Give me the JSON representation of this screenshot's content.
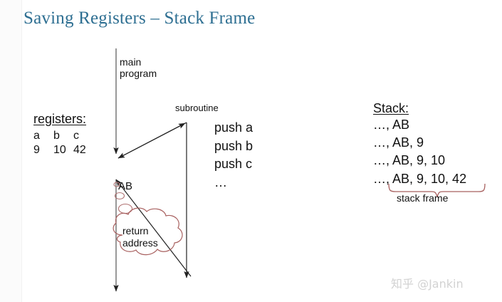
{
  "slide": {
    "title": "Saving Registers – Stack Frame",
    "title_color": "#2e6f92",
    "background": "#ffffff"
  },
  "diagram": {
    "main_program_label": "main\nprogram",
    "subroutine_label": "subroutine",
    "ab_label": "AB",
    "return_address_label": "return\naddress",
    "line_color": "#222222",
    "cloud_color": "#a8605f"
  },
  "registers": {
    "heading": "registers:",
    "columns": [
      "a",
      "b",
      "c"
    ],
    "values": [
      "9",
      "10",
      "42"
    ]
  },
  "subroutine_code": {
    "lines": [
      "push a",
      "push b",
      "push c",
      "…"
    ]
  },
  "stack": {
    "heading": "Stack:",
    "lines": [
      "…, AB",
      "…, AB, 9",
      "…, AB, 9, 10",
      "…, AB, 9, 10, 42"
    ],
    "brace_label": "stack frame",
    "brace_color": "#a8605f"
  },
  "watermark": {
    "text": "知乎 @Jankin",
    "color": "#d2d2d2"
  }
}
